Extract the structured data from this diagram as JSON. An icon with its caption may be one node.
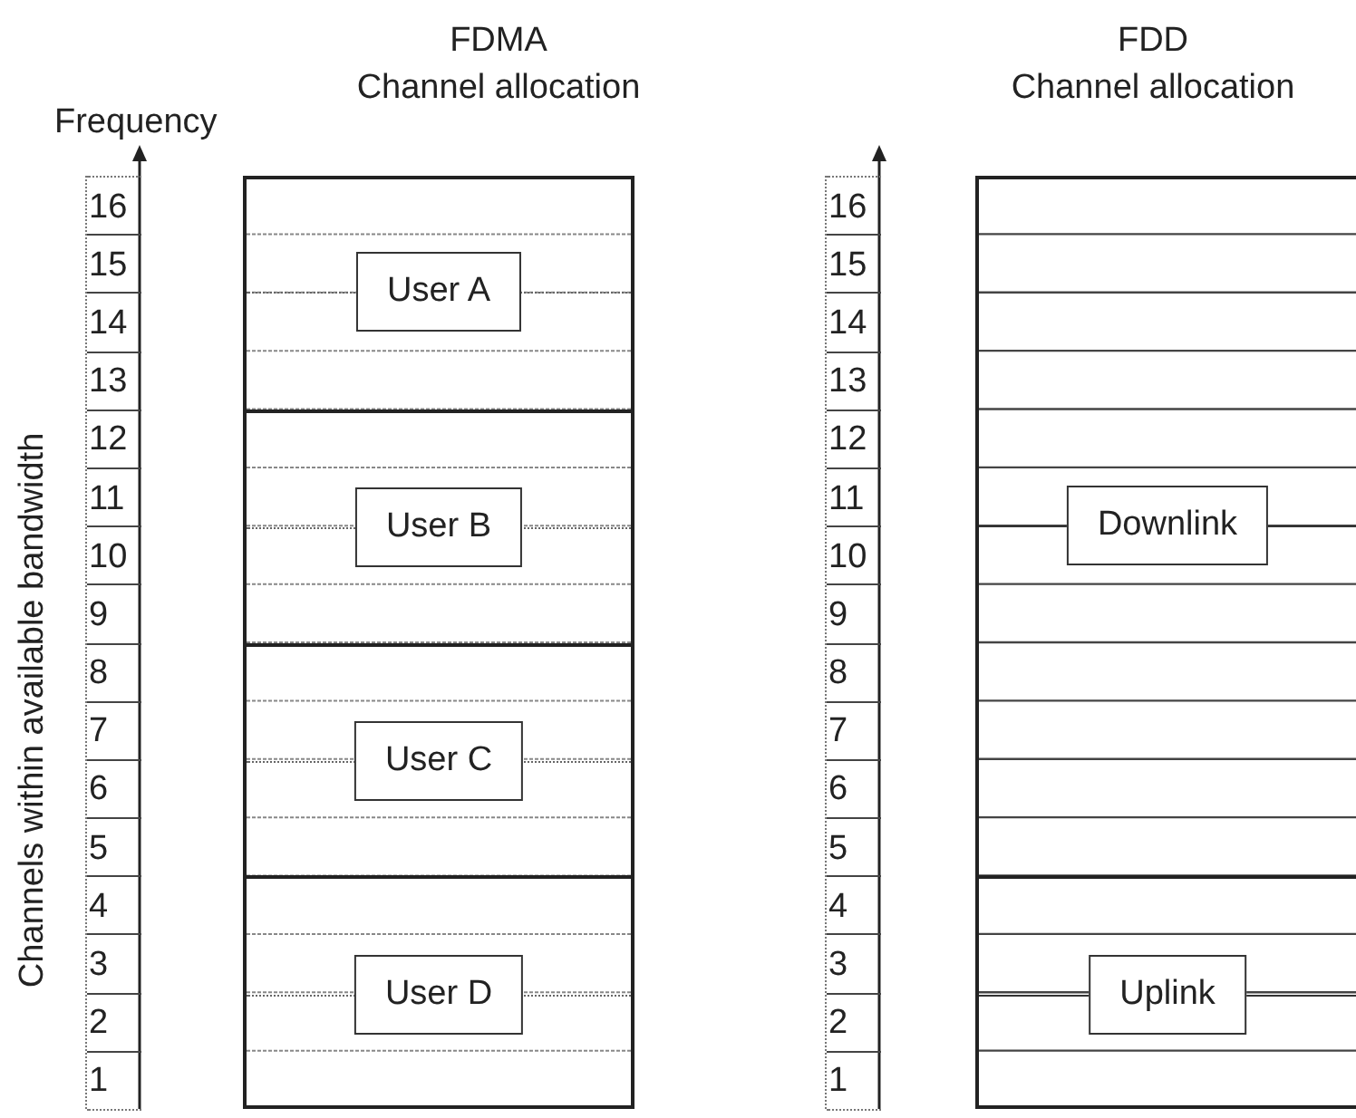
{
  "diagram": {
    "nodes": [
      {
        "text": [
          "FDMA",
          "Channel allocation"
        ]
      },
      {
        "text": [
          "User A"
        ],
        "in": 0
      },
      {
        "text": [
          "User B"
        ],
        "in": 0
      },
      {
        "text": [
          "User C"
        ],
        "in": 0
      },
      {
        "text": [
          "User D"
        ],
        "in": 0
      },
      {
        "text": [
          "FDD",
          "Channel allocation"
        ]
      },
      {
        "text": [
          "Downlink"
        ],
        "in": 5
      },
      {
        "text": [
          "Uplink"
        ],
        "in": 5
      }
    ],
    "edges": [],
    "labels": [
      "Frequency",
      "Channels within available bandwidth",
      "16",
      "15",
      "14",
      "13",
      "12",
      "11",
      "10",
      "9",
      "8",
      "7",
      "6",
      "5",
      "4",
      "3",
      "2",
      "1",
      "16",
      "15",
      "14",
      "13",
      "12",
      "11",
      "10",
      "9",
      "8",
      "7",
      "6",
      "5",
      "4",
      "3",
      "2",
      "1"
    ]
  }
}
